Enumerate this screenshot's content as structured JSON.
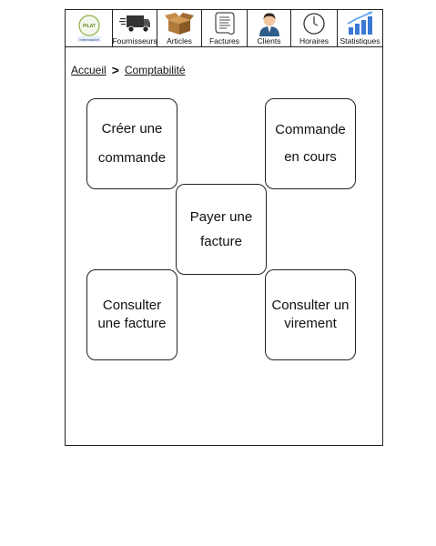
{
  "navbar": {
    "logo": {
      "icon": "pilat-logo",
      "text_top": "PILAT",
      "text_bottom": "Intermarché"
    },
    "items": [
      {
        "label": "Fournisseurs",
        "icon": "truck-icon"
      },
      {
        "label": "Articles",
        "icon": "box-icon"
      },
      {
        "label": "Factures",
        "icon": "invoice-icon"
      },
      {
        "label": "Clients",
        "icon": "person-icon"
      },
      {
        "label": "Horaires",
        "icon": "clock-icon"
      },
      {
        "label": "Statistiques",
        "icon": "bar-chart-icon"
      }
    ]
  },
  "breadcrumb": {
    "items": [
      "Accueil",
      "Comptabilité"
    ],
    "separator": ">"
  },
  "tiles": {
    "create_order": "Créer une commande",
    "order_in_progress": "Commande en cours",
    "pay_invoice": "Payer une facture",
    "view_invoice": "Consulter une facture",
    "view_transfer": "Consulter un virement"
  }
}
